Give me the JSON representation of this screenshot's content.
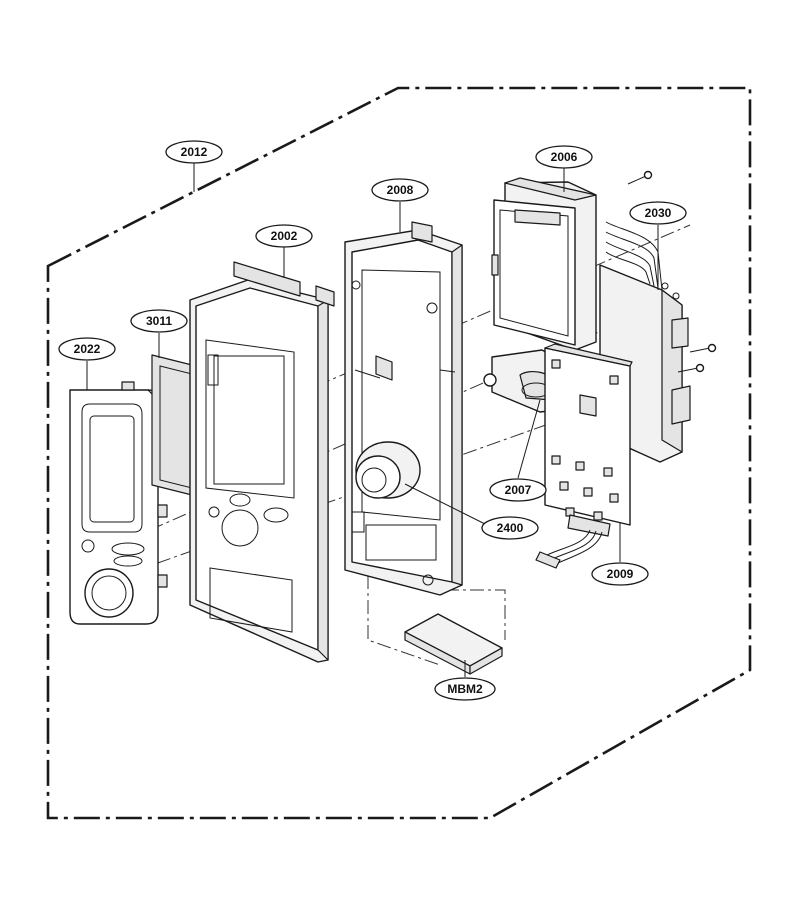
{
  "callouts": [
    {
      "id": "c2012",
      "label": "2012"
    },
    {
      "id": "c2002",
      "label": "2002"
    },
    {
      "id": "c2008",
      "label": "2008"
    },
    {
      "id": "c2006",
      "label": "2006"
    },
    {
      "id": "c2030",
      "label": "2030"
    },
    {
      "id": "c3011",
      "label": "3011"
    },
    {
      "id": "c2022",
      "label": "2022"
    },
    {
      "id": "c2007",
      "label": "2007"
    },
    {
      "id": "c2400",
      "label": "2400"
    },
    {
      "id": "c2009",
      "label": "2009"
    },
    {
      "id": "cMBM2",
      "label": "MBM2"
    }
  ]
}
